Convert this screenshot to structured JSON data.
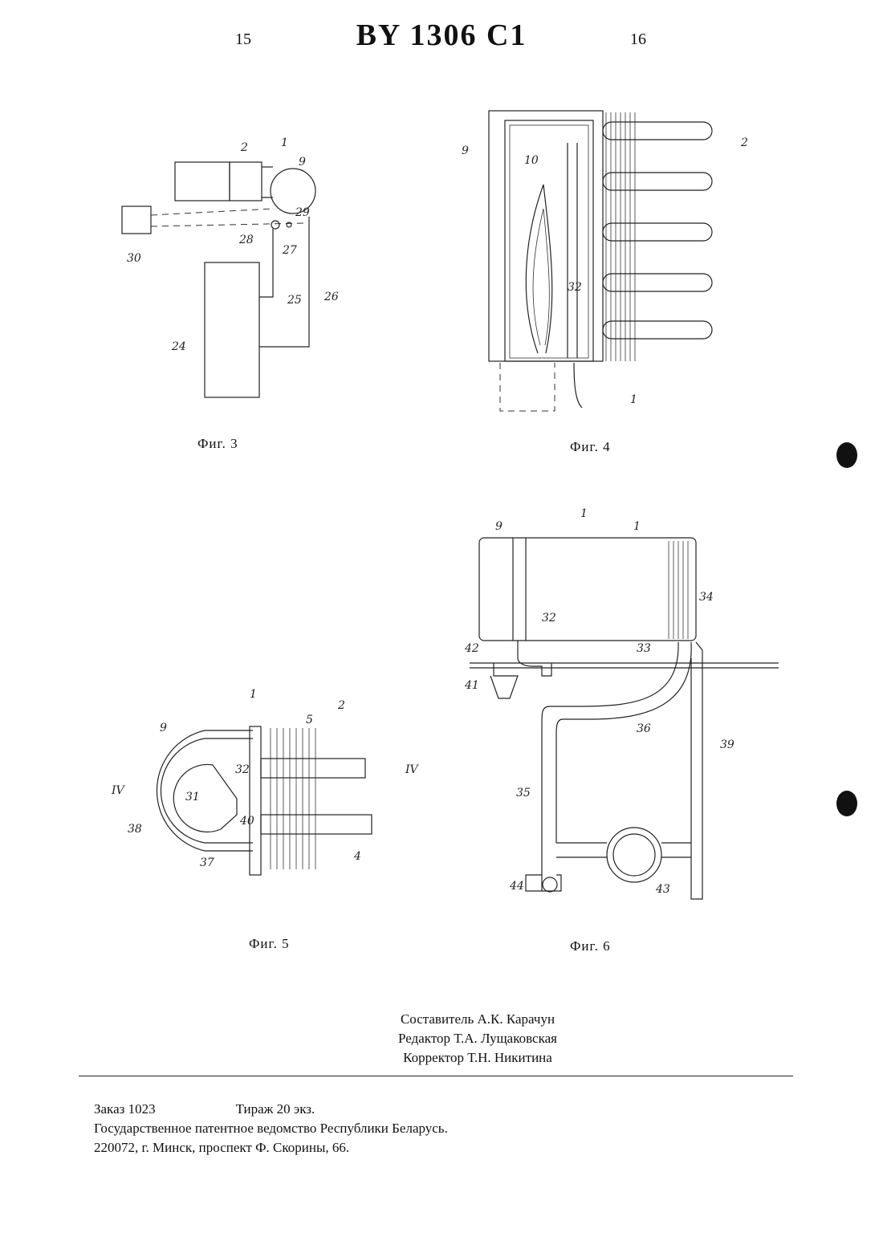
{
  "header": {
    "page_left": "15",
    "title": "BY 1306 C1",
    "page_right": "16"
  },
  "figures": {
    "fig3": {
      "caption": "Фиг. 3",
      "labels": [
        "1",
        "2",
        "9",
        "29",
        "28",
        "27",
        "30",
        "25",
        "26",
        "24"
      ]
    },
    "fig4": {
      "caption": "Фиг. 4",
      "labels": [
        "9",
        "10",
        "2",
        "32",
        "1"
      ]
    },
    "fig5": {
      "caption": "Фиг. 5",
      "labels": [
        "1",
        "2",
        "9",
        "5",
        "IV",
        "IV",
        "32",
        "31",
        "40",
        "38",
        "37",
        "4"
      ]
    },
    "fig6": {
      "caption": "Фиг. 6",
      "labels": [
        "9",
        "1",
        "1",
        "34",
        "32",
        "42",
        "33",
        "41",
        "36",
        "39",
        "35",
        "44",
        "43"
      ]
    }
  },
  "credits": {
    "compiler": "Составитель А.К. Карачун",
    "editor": "Редактор Т.А. Лущаковская",
    "corrector": "Корректор Т.Н. Никитина"
  },
  "footer": {
    "order": "Заказ  1023",
    "circulation": "Тираж 20 экз.",
    "office": "Государственное патентное ведомство Республики Беларусь.",
    "address": "220072, г. Минск, проспект Ф. Скорины, 66."
  }
}
